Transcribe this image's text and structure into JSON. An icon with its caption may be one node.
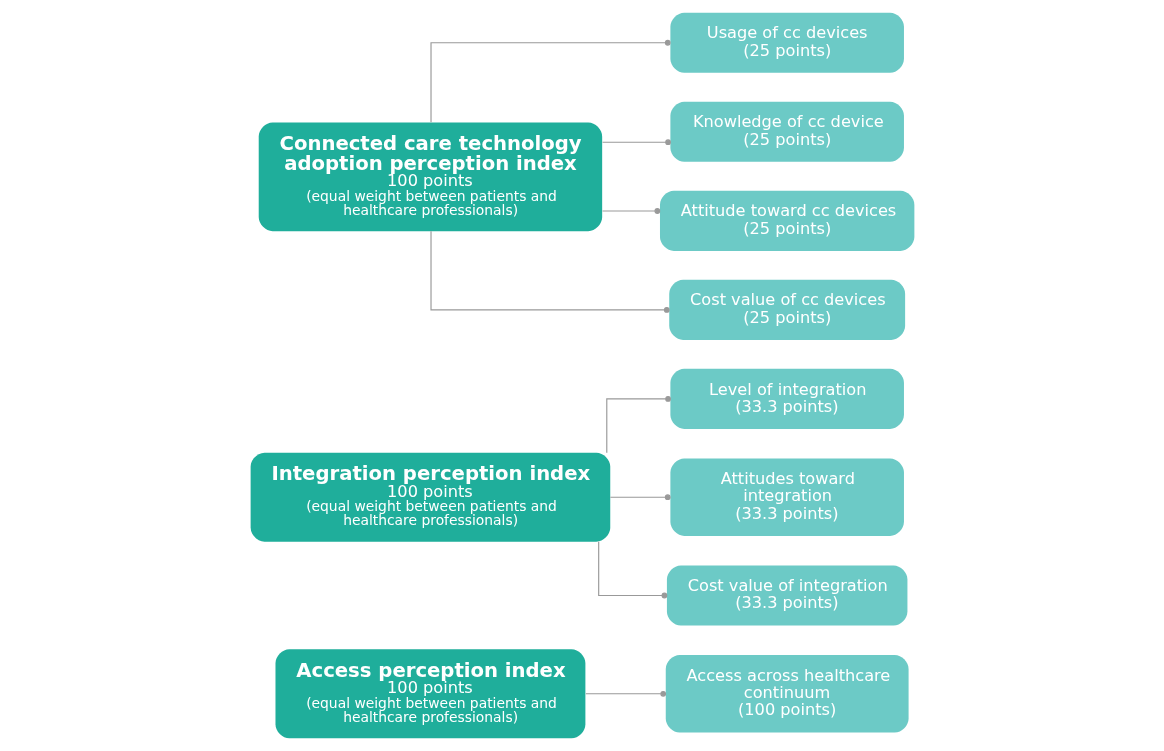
{
  "diagram": {
    "nodes": [
      {
        "text": [
          "Access perception index",
          "100 points",
          "(equal weight between patients and healthcare professionals)"
        ]
      },
      {
        "text": [
          "Access across healthcare continuum",
          "(100 points)"
        ]
      },
      {
        "text": [
          "Integration perception index",
          "100 points",
          "(equal weight between patients and healthcare professionals)"
        ]
      },
      {
        "text": [
          "Level of integration",
          "(33.3 points)"
        ]
      },
      {
        "text": [
          "Attitudes toward integration",
          "(33.3 points)"
        ]
      },
      {
        "text": [
          "Cost value of integration",
          "(33.3 points)"
        ]
      },
      {
        "text": [
          "Connected care technology adoption perception index",
          "100 points",
          "(equal weight between patients and healthcare professionals)"
        ]
      },
      {
        "text": [
          "Usage of cc devices",
          "(25 points)"
        ]
      },
      {
        "text": [
          "Knowledge of cc device",
          "(25 points)"
        ]
      },
      {
        "text": [
          "Attitude toward cc devices",
          "(25 points)"
        ]
      },
      {
        "text": [
          "Cost value of cc devices",
          "(25 points)"
        ]
      }
    ],
    "edges": [
      {
        "from": 0,
        "to": 1,
        "arrow": "other"
      },
      {
        "from": 2,
        "to": 3,
        "arrow": "other"
      },
      {
        "from": 2,
        "to": 4,
        "arrow": "other"
      },
      {
        "from": 2,
        "to": 5,
        "arrow": "other"
      },
      {
        "from": 6,
        "to": 7,
        "arrow": "other"
      },
      {
        "from": 6,
        "to": 8,
        "arrow": "other"
      },
      {
        "from": 6,
        "to": 9,
        "arrow": "other"
      },
      {
        "from": 6,
        "to": 10,
        "arrow": "other"
      }
    ]
  }
}
